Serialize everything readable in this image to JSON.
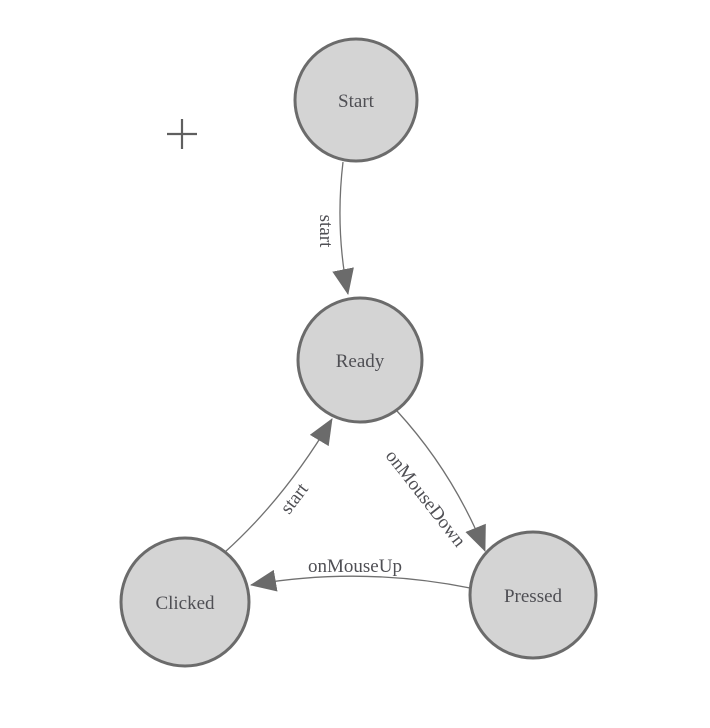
{
  "diagram": {
    "type": "state-machine",
    "background": "#ffffff",
    "colors": {
      "node_fill": "#d4d4d4",
      "node_stroke": "#6b6b6b",
      "edge_stroke": "#707070",
      "arrowhead_fill": "#6b6b6b",
      "label_text": "#4f4f54",
      "cursor": "#5f5f5f"
    },
    "nodes": [
      {
        "id": "start",
        "label": "Start"
      },
      {
        "id": "ready",
        "label": "Ready"
      },
      {
        "id": "clicked",
        "label": "Clicked"
      },
      {
        "id": "pressed",
        "label": "Pressed"
      }
    ],
    "edges": [
      {
        "from": "start",
        "to": "ready",
        "label": "start"
      },
      {
        "from": "clicked",
        "to": "ready",
        "label": "start"
      },
      {
        "from": "ready",
        "to": "pressed",
        "label": "onMouseDown"
      },
      {
        "from": "pressed",
        "to": "clicked",
        "label": "onMouseUp"
      }
    ],
    "cursor": {
      "glyph": "plus-crosshair"
    }
  }
}
